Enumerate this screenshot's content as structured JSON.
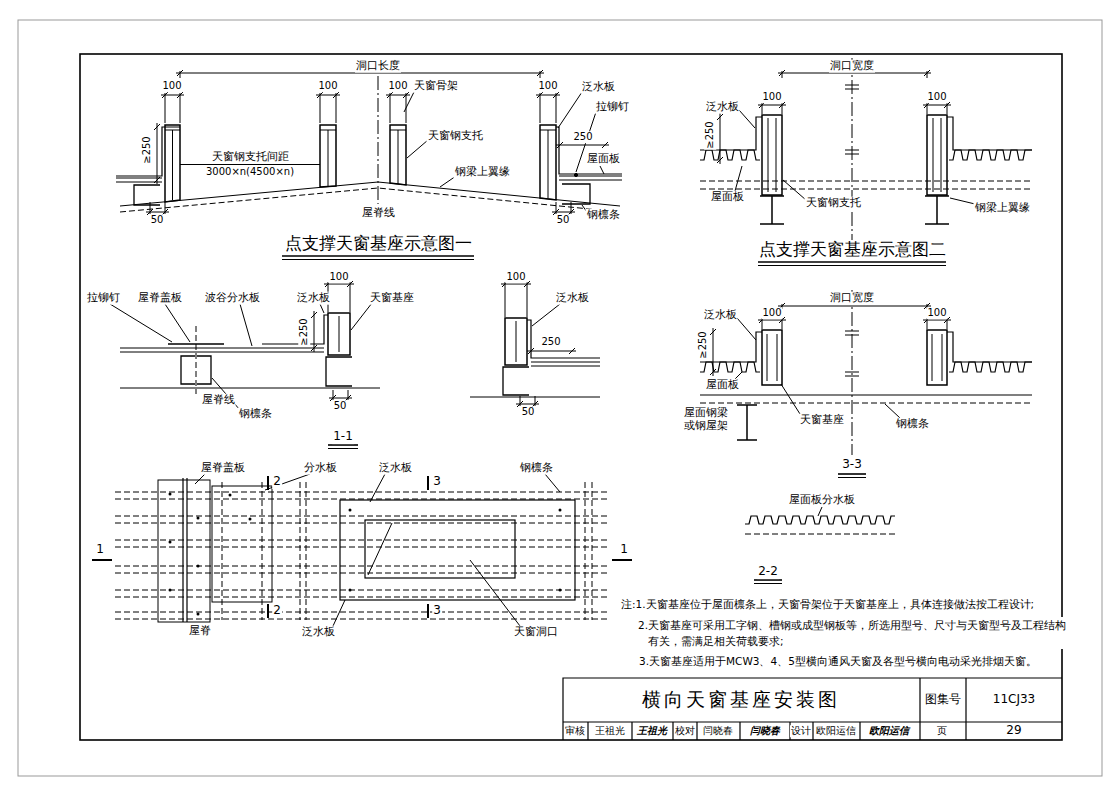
{
  "diagram": {
    "title": "横向天窗基座安装图",
    "labels": [
      "洞口长度",
      "100",
      "100",
      "100",
      "100",
      "天窗骨架",
      "泛水板",
      "拉铆钉",
      "≥250",
      "天窗钢支托间距",
      "3000×n(4500×n)",
      "天窗钢支托",
      "250",
      "屋面板",
      "钢梁上翼缘",
      "50",
      "50",
      "屋脊线",
      "钢檩条",
      "点支撑天窗基座示意图一",
      "洞口宽度",
      "100",
      "100",
      "泛水板",
      "≥250",
      "屋面板",
      "天窗钢支托",
      "钢梁上翼缘",
      "点支撑天窗基座示意图二",
      "拉铆钉",
      "屋脊盖板",
      "波谷分水板",
      "泛水板",
      "天窗基座",
      "100",
      "100",
      "泛水板",
      "≥250",
      "250",
      "屋脊线",
      "钢檩条",
      "50",
      "50",
      "1-1",
      "洞口宽度",
      "100",
      "100",
      "泛水板",
      "≥250",
      "屋面板",
      "屋面钢梁 或钢屋架",
      "天窗基座",
      "钢檩条",
      "3-3",
      "屋面板分水板",
      "2-2",
      "屋脊盖板",
      "分水板",
      "泛水板",
      "钢檩条",
      "2",
      "3",
      "1",
      "1",
      "屋脊",
      "2",
      "泛水板",
      "3",
      "天窗洞口",
      "注:1.天窗基座位于屋面檩条上，天窗骨架位于天窗基座上，具体连接做法按工程设计;",
      "2.天窗基座可采用工字钢、槽钢或成型钢板等，所选用型号、尺寸与天窗型号及工程结构有关，需满足相关荷载要求;",
      "3.天窗基座适用于MCW3、4、5型横向通风天窗及各型号横向电动采光排烟天窗。",
      "图集号",
      "11CJ33",
      "审核",
      "王祖光",
      "王祖光",
      "校对",
      "闫晓春",
      "闫晓春",
      "设计",
      "欧阳运信",
      "欧阳运信",
      "页",
      "29"
    ]
  }
}
